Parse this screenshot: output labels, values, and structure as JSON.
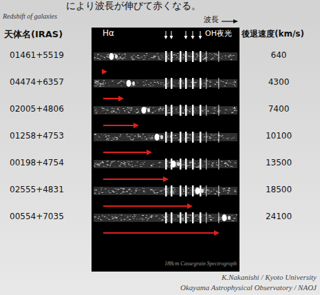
{
  "diagram": {
    "title": "Redshift of galaxies",
    "labels": [
      "により波長が伸びて赤くなる。",
      "天体名(IRAS)",
      "Hα",
      "波長",
      "OH夜光",
      "後退速度(km/s)",
      "01461+5519",
      "04474+6357",
      "02005+4806",
      "01258+4753",
      "00198+4754",
      "02555+4831",
      "00554+7035",
      "640",
      "4300",
      "7400",
      "10100",
      "13500",
      "18500",
      "24100",
      "188cm Cassegrain Spectrograph",
      "K.Nakanishi / Kyoto University",
      "Okayama Astrophysical Observatory / NAOJ"
    ]
  }
}
